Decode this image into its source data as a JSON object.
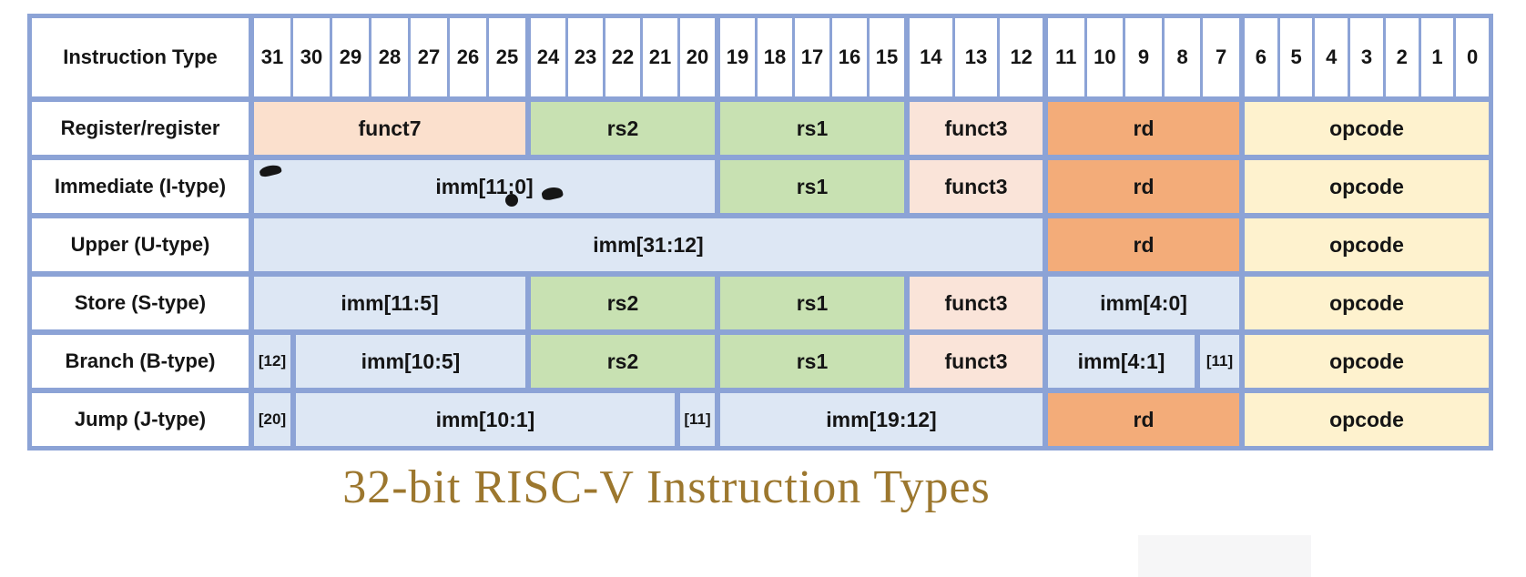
{
  "palette": {
    "grid_blue": "#8CA3D6",
    "field_peach": "#FBE0CD",
    "field_pink": "#FAE4D9",
    "field_green": "#C8E1B2",
    "field_orange": "#F3AC79",
    "field_yellow": "#FEF2CE",
    "field_blue": "#DDE7F4",
    "caption_gold": "#9C772E",
    "text_black": "#151515"
  },
  "table": {
    "header": {
      "label": "Instruction Type",
      "bits": [
        "31",
        "30",
        "29",
        "28",
        "27",
        "26",
        "25",
        "24",
        "23",
        "22",
        "21",
        "20",
        "19",
        "18",
        "17",
        "16",
        "15",
        "14",
        "13",
        "12",
        "11",
        "10",
        "9",
        "8",
        "7",
        "6",
        "5",
        "4",
        "3",
        "2",
        "1",
        "0"
      ]
    },
    "rows": [
      {
        "label": "Register/register",
        "fields": [
          "funct7",
          "rs2",
          "rs1",
          "funct3",
          "rd",
          "opcode"
        ]
      },
      {
        "label": "Immediate (I-type)",
        "fields": [
          "imm[11:0]",
          "rs1",
          "funct3",
          "rd",
          "opcode"
        ]
      },
      {
        "label": "Upper (U-type)",
        "fields": [
          "imm[31:12]",
          "rd",
          "opcode"
        ]
      },
      {
        "label": "Store (S-type)",
        "fields": [
          "imm[11:5]",
          "rs2",
          "rs1",
          "funct3",
          "imm[4:0]",
          "opcode"
        ]
      },
      {
        "label": "Branch (B-type)",
        "fields": [
          "[12]",
          "imm[10:5]",
          "rs2",
          "rs1",
          "funct3",
          "imm[4:1]",
          "[11]",
          "opcode"
        ]
      },
      {
        "label": "Jump (J-type)",
        "fields": [
          "[20]",
          "imm[10:1]",
          "[11]",
          "imm[19:12]",
          "rd",
          "opcode"
        ]
      }
    ]
  },
  "annotations": {
    "ink_marks": [
      "ink-flick",
      "ink-dot",
      "ink-flick"
    ]
  },
  "caption": "32-bit RISC-V Instruction Types"
}
